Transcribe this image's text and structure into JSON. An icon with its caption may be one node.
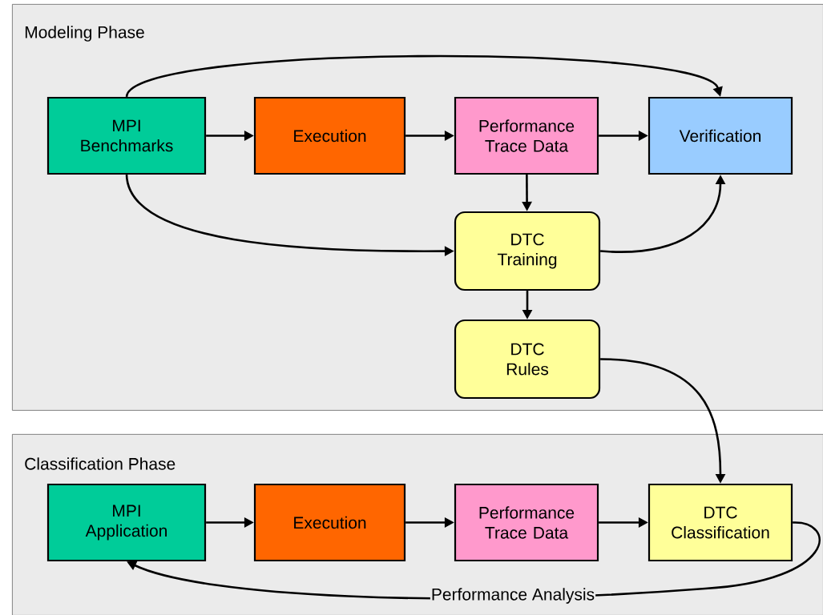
{
  "diagram": {
    "nodes": [
      {
        "text": [
          "Modeling Phase"
        ]
      },
      {
        "text": [
          "MPI Benchmarks"
        ],
        "in": 0
      },
      {
        "text": [
          "Execution"
        ],
        "in": 0
      },
      {
        "text": [
          "Performance Trace Data"
        ],
        "in": 0
      },
      {
        "text": [
          "Verification"
        ],
        "in": 0
      },
      {
        "text": [
          "DTC Training"
        ],
        "in": 0
      },
      {
        "text": [
          "DTC Rules"
        ],
        "in": 0
      },
      {
        "text": [
          "Classification Phase"
        ]
      },
      {
        "text": [
          "MPI Application"
        ],
        "in": 7
      },
      {
        "text": [
          "Execution"
        ],
        "in": 7
      },
      {
        "text": [
          "Performance Trace Data"
        ],
        "in": 7
      },
      {
        "text": [
          "DTC Classification"
        ],
        "in": 7
      }
    ],
    "edges": [
      {
        "from": 1,
        "to": 2,
        "arrow": "to"
      },
      {
        "from": 2,
        "to": 3,
        "arrow": "to"
      },
      {
        "from": 3,
        "to": 4,
        "arrow": "to"
      },
      {
        "from": 1,
        "to": 4,
        "arrow": "to"
      },
      {
        "from": 3,
        "to": 5,
        "arrow": "to"
      },
      {
        "from": 1,
        "to": 5,
        "arrow": "to"
      },
      {
        "from": 5,
        "to": 4,
        "arrow": "to"
      },
      {
        "from": 5,
        "to": 6,
        "arrow": "to"
      },
      {
        "from": 6,
        "to": 11,
        "arrow": "to"
      },
      {
        "from": 8,
        "to": 9,
        "arrow": "to"
      },
      {
        "from": 9,
        "to": 10,
        "arrow": "to"
      },
      {
        "from": 10,
        "to": 11,
        "arrow": "to"
      },
      {
        "from": 11,
        "to": 8,
        "arrow": "to",
        "label": "Performance Analysis"
      }
    ]
  }
}
